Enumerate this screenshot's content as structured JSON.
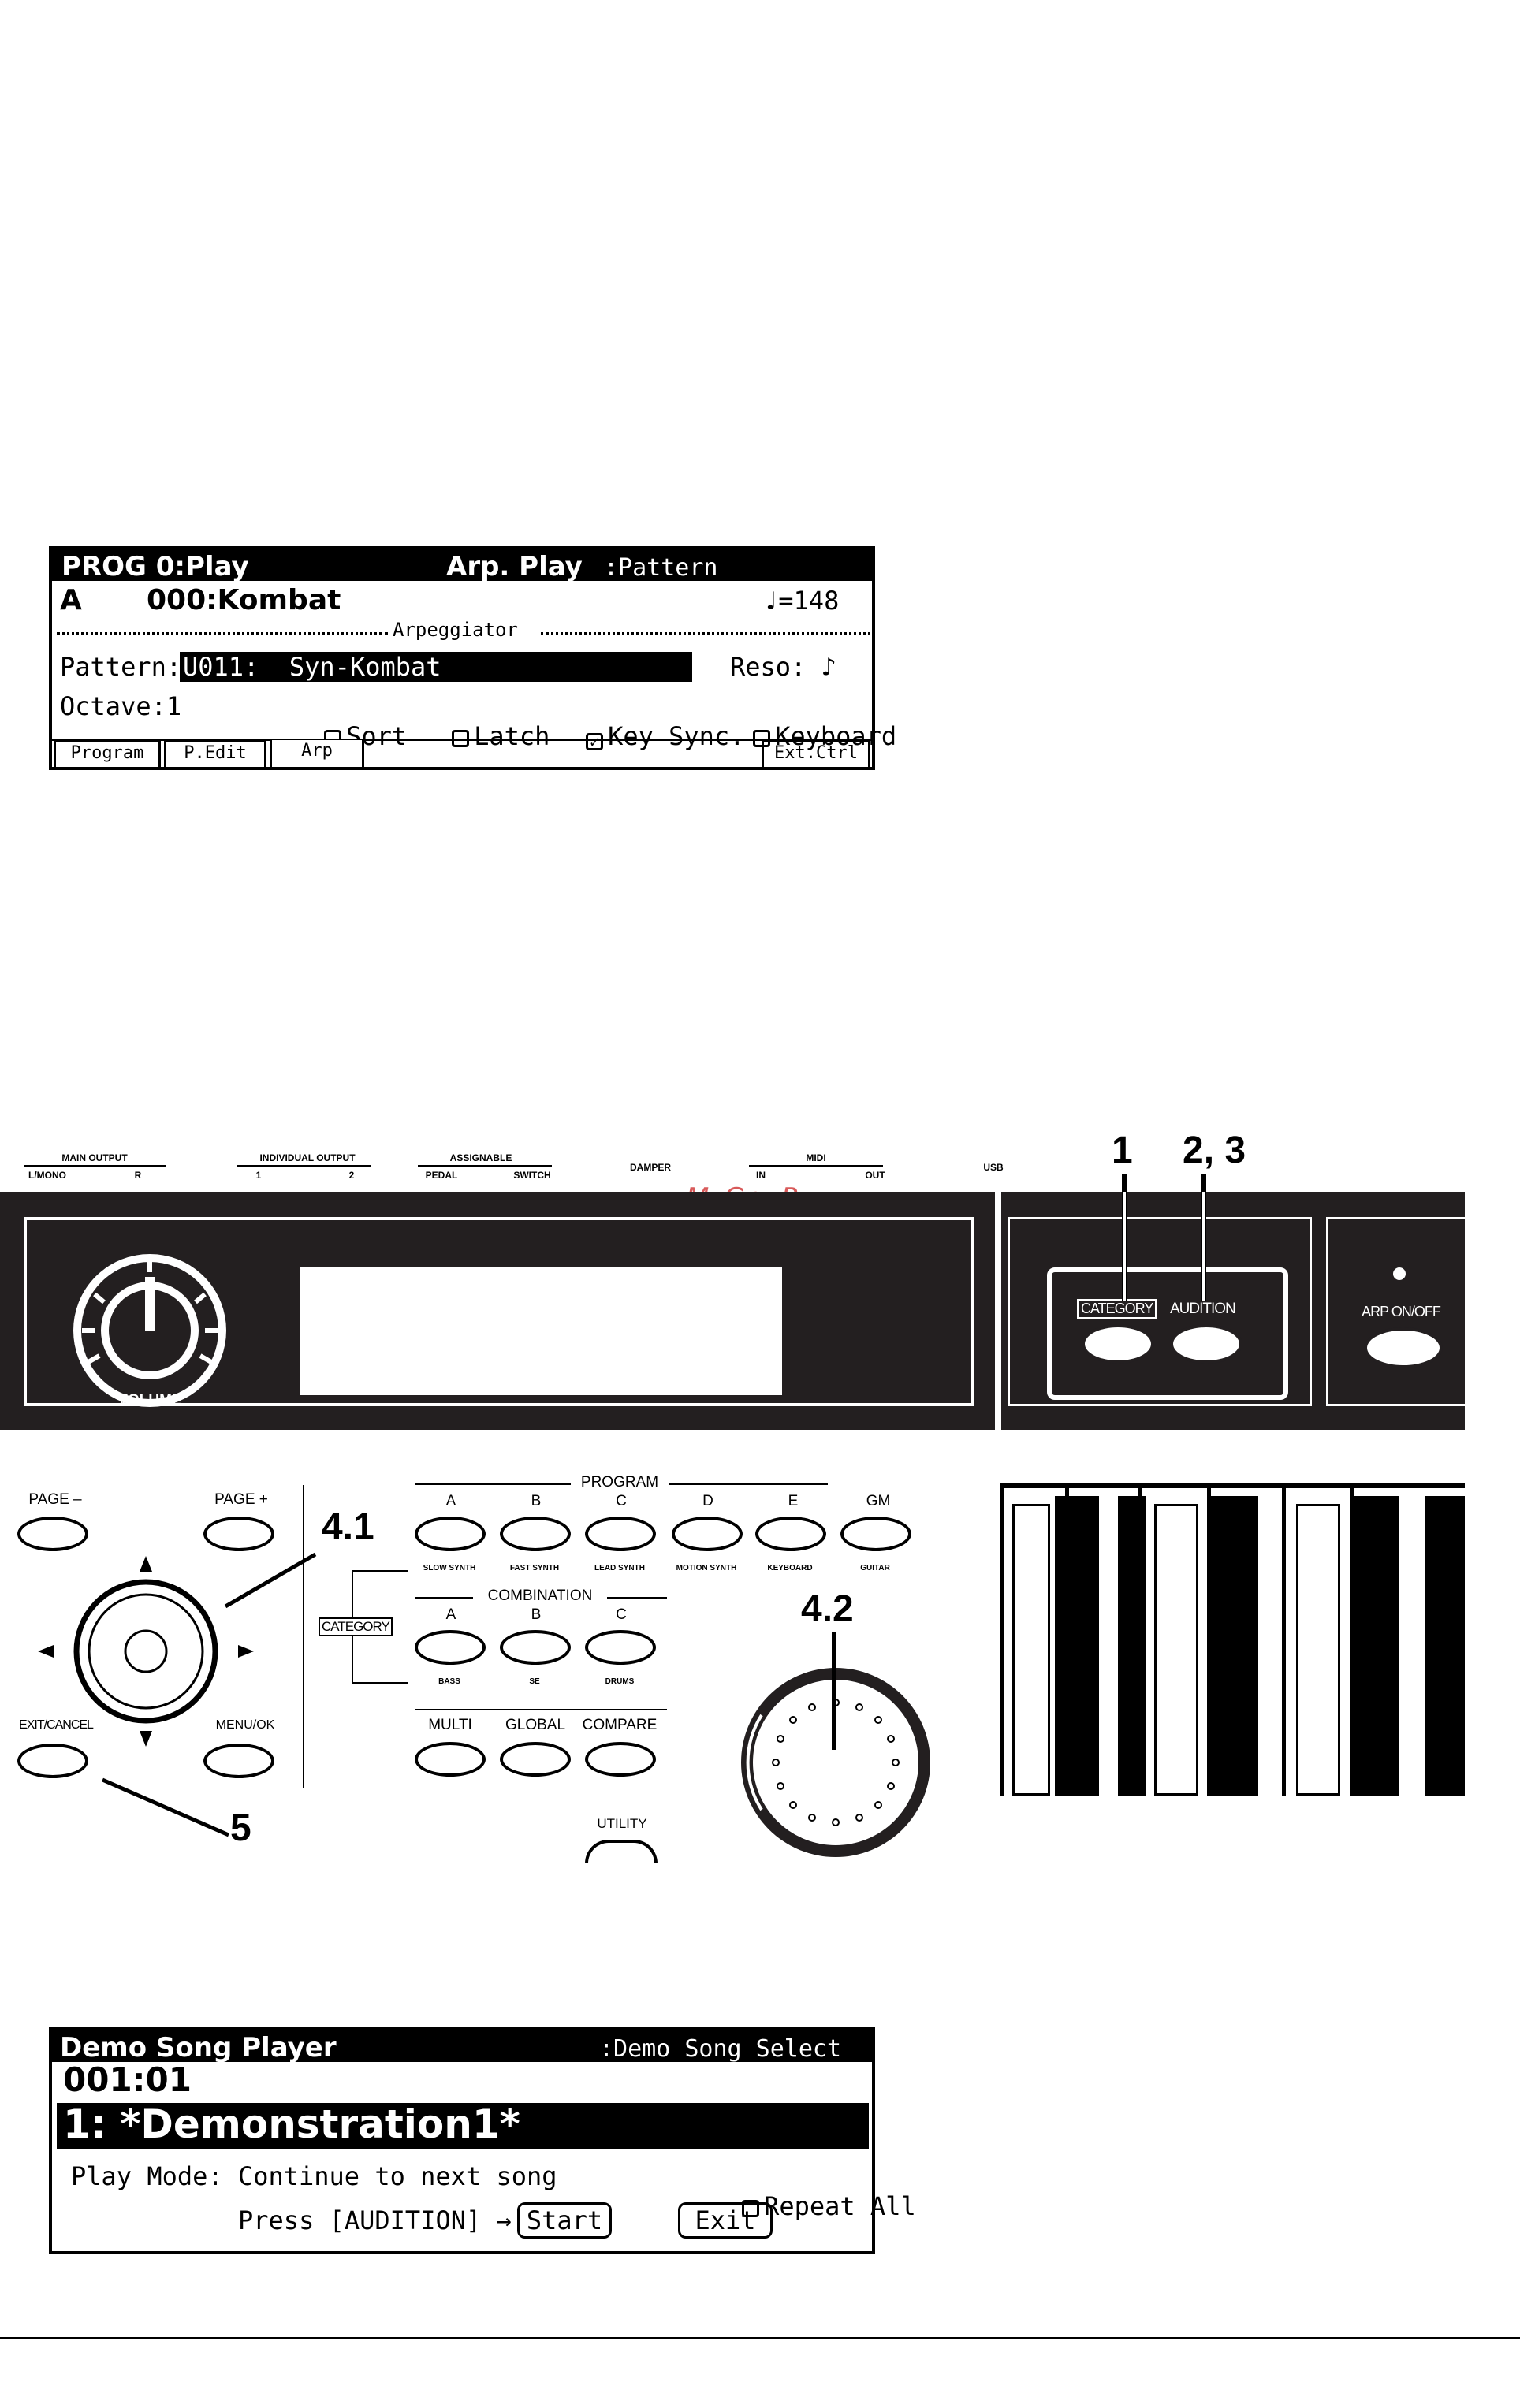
{
  "lcd1": {
    "mode_title": "PROG 0:Play",
    "arp_label": "Arp. Play",
    "arp_value": ":Pattern",
    "bank": "A",
    "program": "000:Kombat",
    "tempo": "♩=148",
    "section": "Arpeggiator",
    "pattern_label": "Pattern:",
    "pattern_value": "U011:  Syn-Kombat",
    "reso_label": "Reso: ♪",
    "octave": "Octave:1",
    "checkboxes": [
      {
        "label": "Sort",
        "checked": false
      },
      {
        "label": "Latch",
        "checked": false
      },
      {
        "label": "Key Sync.",
        "checked": true
      },
      {
        "label": "Keyboard",
        "checked": false
      }
    ],
    "tabs": [
      "Program",
      "P.Edit",
      "Arp",
      "Ext.Ctrl"
    ]
  },
  "panel": {
    "top_labels": {
      "main_output": "MAIN OUTPUT",
      "l_mono": "L/MONO",
      "r": "R",
      "individual_output": "INDIVIDUAL OUTPUT",
      "out1": "1",
      "out2": "2",
      "assignable": "ASSIGNABLE",
      "pedal": "PEDAL",
      "switch": "SWITCH",
      "damper": "DAMPER",
      "midi": "MIDI",
      "midi_in": "IN",
      "midi_out": "OUT",
      "usb": "USB"
    },
    "watermark": "McGrp.Ru",
    "volume": "VOLUME",
    "category_box": "CATEGORY",
    "audition": "AUDITION",
    "arp_on_off": "ARP ON/OFF",
    "page_minus": "PAGE –",
    "page_plus": "PAGE +",
    "exit_cancel": "EXIT/CANCEL",
    "menu_ok": "MENU/OK",
    "category_side": "CATEGORY",
    "program_header": "PROGRAM",
    "program_buttons": [
      {
        "letter": "A",
        "sub": "SLOW SYNTH"
      },
      {
        "letter": "B",
        "sub": "FAST SYNTH"
      },
      {
        "letter": "C",
        "sub": "LEAD SYNTH"
      },
      {
        "letter": "D",
        "sub": "MOTION SYNTH"
      },
      {
        "letter": "E",
        "sub": "KEYBOARD"
      },
      {
        "letter": "GM",
        "sub": "GUITAR"
      }
    ],
    "combination_header": "COMBINATION",
    "combination_buttons": [
      {
        "letter": "A",
        "sub": "BASS"
      },
      {
        "letter": "B",
        "sub": "SE"
      },
      {
        "letter": "C",
        "sub": "DRUMS"
      }
    ],
    "mode_buttons": [
      "MULTI",
      "GLOBAL",
      "COMPARE"
    ],
    "utility": "UTILITY",
    "callouts": {
      "c1": "1",
      "c23": "2, 3",
      "c41": "4.1",
      "c42": "4.2",
      "c5": "5"
    }
  },
  "lcd2": {
    "title": "Demo Song Player",
    "page": ":Demo Song Select",
    "position": "001:01",
    "song": "1: *Demonstration1*",
    "play_mode": "Play Mode: Continue to next song",
    "repeat_all": "Repeat All",
    "press": "Press [AUDITION] →",
    "start": "Start",
    "exit": "Exit"
  }
}
